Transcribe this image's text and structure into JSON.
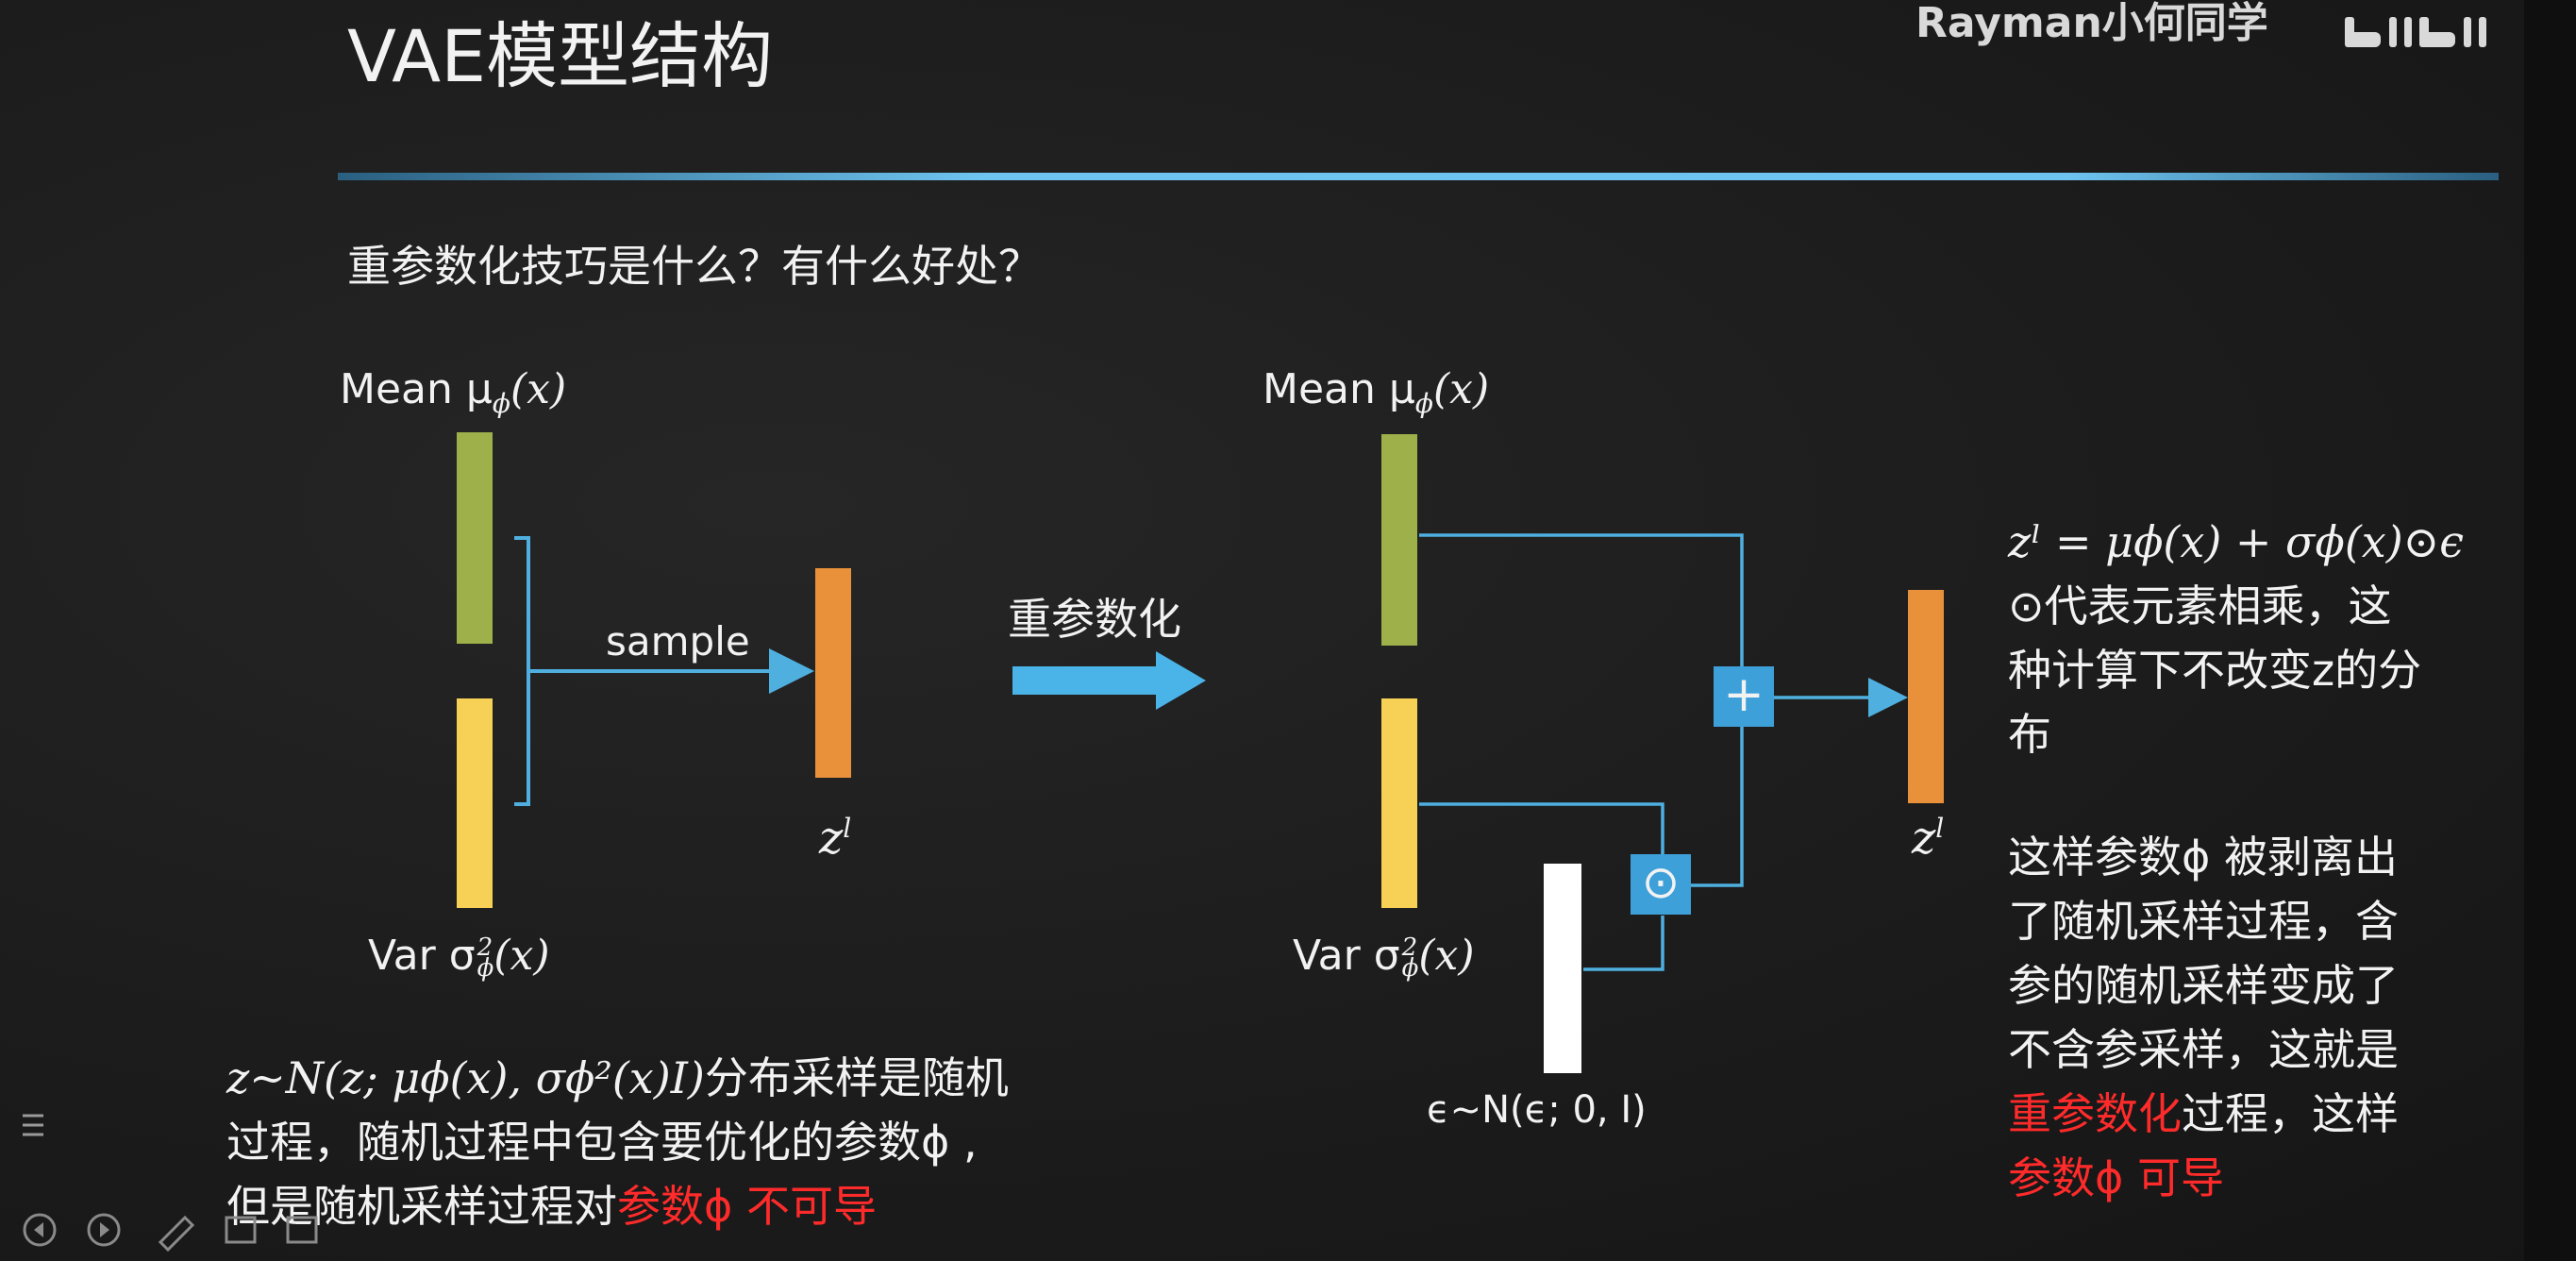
{
  "slide": {
    "title": "VAE模型结构",
    "watermark": "Rayman小何同学",
    "watermark_logo": "bilibili-logo",
    "question": "重参数化技巧是什么？有什么好处？"
  },
  "left_diagram": {
    "mean_label": "Mean μ",
    "mean_sub": "ϕ",
    "mean_arg": "(x)",
    "var_label": "Var σ",
    "var_sup": "2",
    "var_sub": "ϕ",
    "var_arg": "(x)",
    "sample_label": "sample",
    "z_label": "z",
    "z_sup": "l"
  },
  "arrow_label": "重参数化",
  "right_diagram": {
    "mean_label": "Mean μ",
    "mean_sub": "ϕ",
    "mean_arg": "(x)",
    "var_label": "Var σ",
    "var_sup": "2",
    "var_sub": "ϕ",
    "var_arg": "(x)",
    "plus_symbol": "+",
    "odot_symbol": "⊙",
    "z_label": "z",
    "z_sup": "l",
    "eps_label": "ϵ~N(ϵ; 0, I)"
  },
  "left_text": {
    "line1_math": "z~N(z; μϕ(x), σϕ²(x)I)",
    "line1_rest": "分布采样是随机",
    "line2": "过程，随机过程中包含要优化的参数ϕ ,",
    "line3_white": "但是随机采样过程对",
    "line3_red": "参数ϕ 不可导"
  },
  "right_text": {
    "formula": "zˡ = μϕ(x) + σϕ(x)⊙ϵ",
    "p1_line1": "⊙代表元素相乘，这",
    "p1_line2": "种计算下不改变z的分",
    "p1_line3": "布",
    "p2_line1": "这样参数ϕ 被剥离出",
    "p2_line2": "了随机采样过程，含",
    "p2_line3": "参的随机采样变成了",
    "p2_line4": "不含参采样，这就是",
    "p2_line5_red": "重参数化",
    "p2_line5_white": "过程，这样",
    "p2_line6_red": "参数ϕ 可导"
  },
  "colors": {
    "accent_line": "#5ab4e6",
    "mean_bar": "#9db04a",
    "var_bar": "#f7d155",
    "z_bar": "#e9913a",
    "eps_bar": "#ffffff",
    "connector": "#4fb0e0",
    "op_box": "#3ea0d8",
    "highlight": "#ff2b2b"
  }
}
